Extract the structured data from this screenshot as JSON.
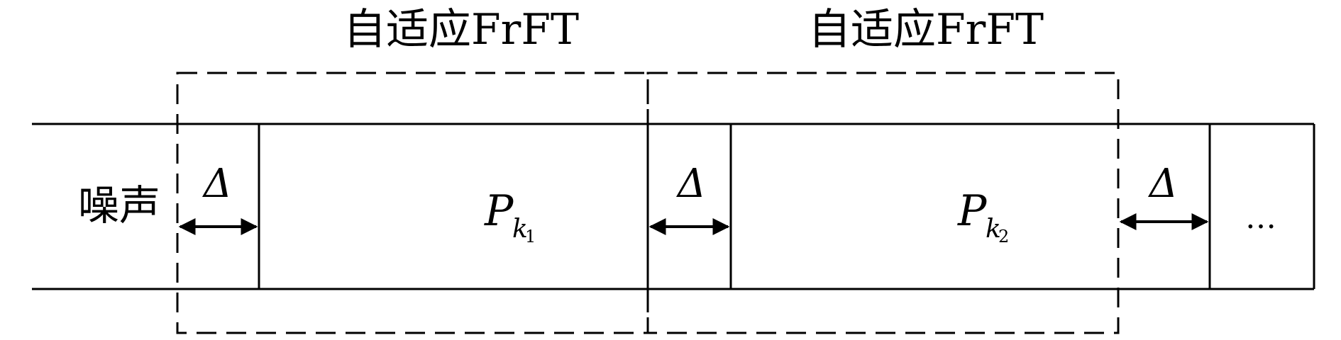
{
  "windows": [
    {
      "title": "自适应FrFT"
    },
    {
      "title": "自适应FrFT"
    }
  ],
  "noise_label": "噪声",
  "segments": [
    {
      "guard_label": "Δ",
      "pulse_label": "P",
      "pulse_sub": "k",
      "pulse_subsub": "1"
    },
    {
      "guard_label": "Δ",
      "pulse_label": "P",
      "pulse_sub": "k",
      "pulse_subsub": "2"
    },
    {
      "guard_label": "Δ"
    }
  ],
  "continuation_label": "…"
}
